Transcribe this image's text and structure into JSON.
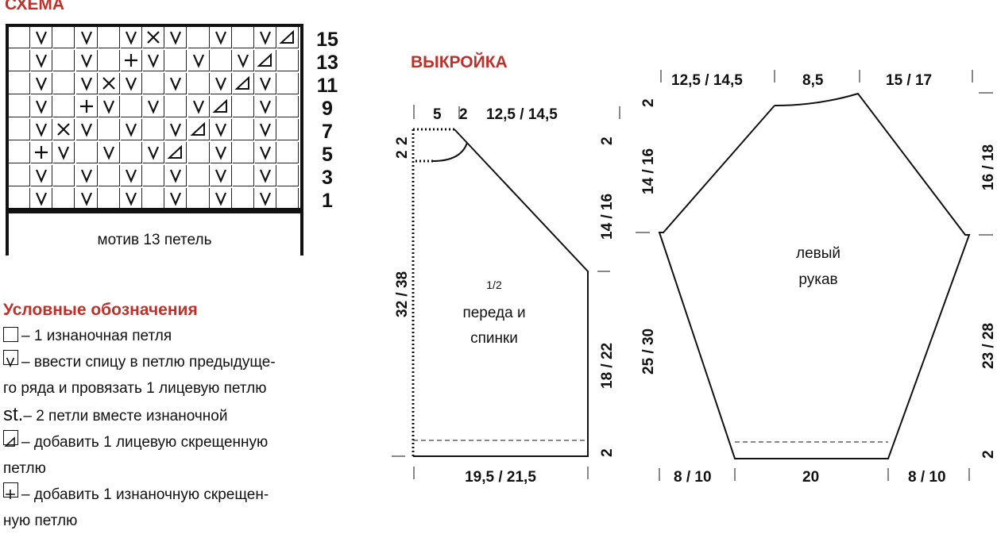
{
  "schema": {
    "title": "СХЕМА",
    "motif_label": "мотив 13 петель",
    "row_numbers": [
      "15",
      "13",
      "11",
      "9",
      "7",
      "5",
      "3",
      "1"
    ],
    "rows_top_to_bottom": [
      [
        "",
        "V",
        "",
        "V",
        "",
        "V",
        "X",
        "V",
        "",
        "V",
        "",
        "V",
        "T"
      ],
      [
        "",
        "V",
        "",
        "V",
        "",
        "+",
        "V",
        "",
        "V",
        "",
        "V",
        "T",
        ""
      ],
      [
        "",
        "V",
        "",
        "V",
        "X",
        "V",
        "",
        "V",
        "",
        "V",
        "T",
        "V",
        ""
      ],
      [
        "",
        "V",
        "",
        "+",
        "V",
        "",
        "V",
        "",
        "V",
        "T",
        "",
        "V",
        ""
      ],
      [
        "",
        "V",
        "X",
        "V",
        "",
        "V",
        "",
        "V",
        "T",
        "V",
        "",
        "V",
        ""
      ],
      [
        "",
        "+",
        "V",
        "",
        "V",
        "",
        "V",
        "T",
        "",
        "V",
        "",
        "V",
        ""
      ],
      [
        "",
        "V",
        "",
        "V",
        "",
        "V",
        "",
        "V",
        "",
        "V",
        "",
        "V",
        ""
      ],
      [
        "",
        "V",
        "",
        "V",
        "",
        "V",
        "",
        "V",
        "",
        "V",
        "",
        "V",
        ""
      ]
    ]
  },
  "legend": {
    "title": "Условные обозначения",
    "items": [
      {
        "symbol": "empty-square-icon",
        "text": "– 1 изнаночная петля"
      },
      {
        "symbol": "v-square-icon",
        "text": "– ввести спицу в петлю предыдуще-"
      },
      {
        "symbol": "",
        "text": "го ряда и провязать 1 лицевую петлю"
      },
      {
        "symbol": "st.",
        "text": "– 2 петли вместе изнаночной"
      },
      {
        "symbol": "triangle-square-icon",
        "text": "– добавить 1 лицевую скрещенную"
      },
      {
        "symbol": "",
        "text": "петлю"
      },
      {
        "symbol": "plus-square-icon",
        "text": "– добавить 1 изнаночную скрещен-"
      },
      {
        "symbol": "",
        "text": "ную петлю"
      }
    ]
  },
  "pattern": {
    "title": "ВЫКРОЙКА",
    "front": {
      "label_half": "1/2",
      "label_line1": "переда и",
      "label_line2": "спинки",
      "top_neck": "5",
      "top_step": "2",
      "top_shoulder": "12,5 / 14,5",
      "left_neck_a": "2",
      "left_neck_b": "2",
      "left_height": "32 / 38",
      "right_top": "2",
      "right_raglan": "14 / 16",
      "right_side": "18 / 22",
      "right_bottom": "2",
      "bottom_width": "19,5 / 21,5"
    },
    "sleeve": {
      "label_line1": "левый",
      "label_line2": "рукав",
      "top_left": "12,5 / 14,5",
      "top_middle": "8,5",
      "top_right": "15 / 17",
      "left_top": "2",
      "left_raglan": "14 / 16",
      "left_side": "25 / 30",
      "right_raglan": "16 / 18",
      "right_side": "23 / 28",
      "right_bottom": "2",
      "bottom_left": "8 / 10",
      "bottom_middle": "20",
      "bottom_right": "8 / 10"
    }
  },
  "colors": {
    "accent": "#c0302a",
    "ink": "#111111"
  }
}
